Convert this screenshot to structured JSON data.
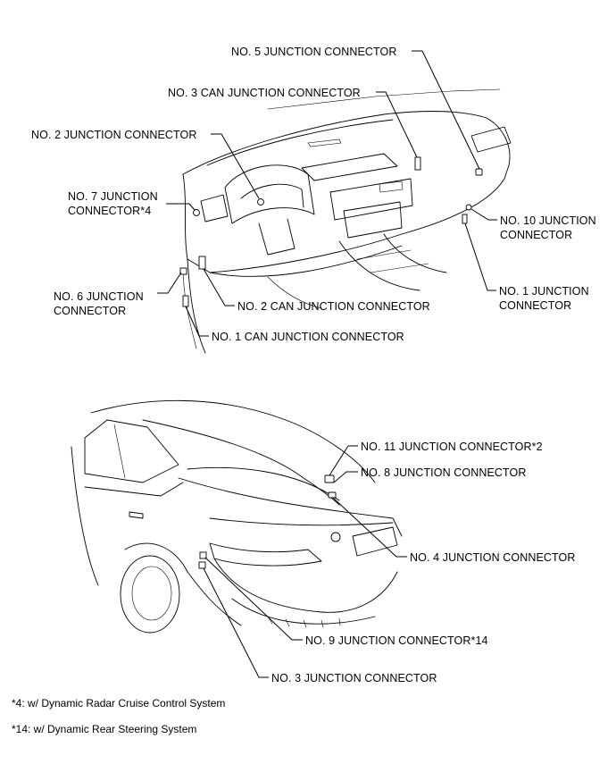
{
  "dashboard_labels": {
    "no5_junction": "NO. 5 JUNCTION CONNECTOR",
    "no3_can_junction": "NO. 3 CAN JUNCTION CONNECTOR",
    "no2_junction": "NO. 2 JUNCTION CONNECTOR",
    "no7_junction_line1": "NO. 7 JUNCTION",
    "no7_junction_line2": "CONNECTOR*4",
    "no10_junction_line1": "NO. 10 JUNCTION",
    "no10_junction_line2": "CONNECTOR",
    "no6_junction_line1": "NO. 6 JUNCTION",
    "no6_junction_line2": "CONNECTOR",
    "no1_junction_line1": "NO. 1 JUNCTION",
    "no1_junction_line2": "CONNECTOR",
    "no2_can_junction": "NO. 2 CAN JUNCTION CONNECTOR",
    "no1_can_junction": "NO. 1 CAN JUNCTION CONNECTOR"
  },
  "rear_labels": {
    "no11_junction": "NO. 11 JUNCTION CONNECTOR*2",
    "no8_junction": "NO. 8 JUNCTION CONNECTOR",
    "no4_junction": "NO. 4 JUNCTION CONNECTOR",
    "no9_junction": "NO. 9 JUNCTION CONNECTOR*14",
    "no3_junction": "NO. 3 JUNCTION CONNECTOR"
  },
  "footnotes": {
    "note4": "*4: w/ Dynamic Radar Cruise Control System",
    "note14": "*14: w/ Dynamic Rear Steering System"
  }
}
